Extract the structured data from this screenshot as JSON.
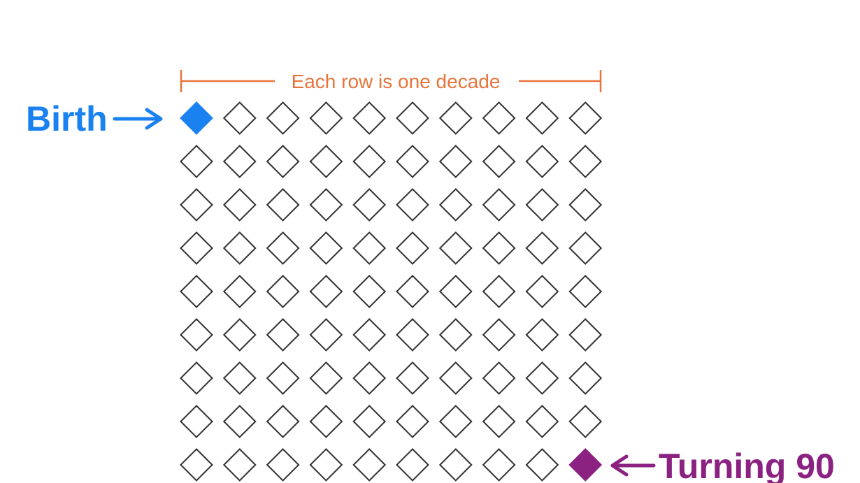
{
  "header": {
    "bracket_label": "Each row is one decade"
  },
  "labels": {
    "birth": "Birth",
    "turning": "Turning 90"
  },
  "grid": {
    "rows": 9,
    "columns": 10,
    "filled_first": true,
    "filled_last": true
  },
  "colors": {
    "birth": "#1a82f0",
    "turning": "#8b2282",
    "bracket": "#e8743b",
    "outline": "#333333"
  },
  "icons": {
    "birth_arrow": "right-arrow-icon",
    "turning_arrow": "left-arrow-icon",
    "diamond": "diamond-icon"
  }
}
